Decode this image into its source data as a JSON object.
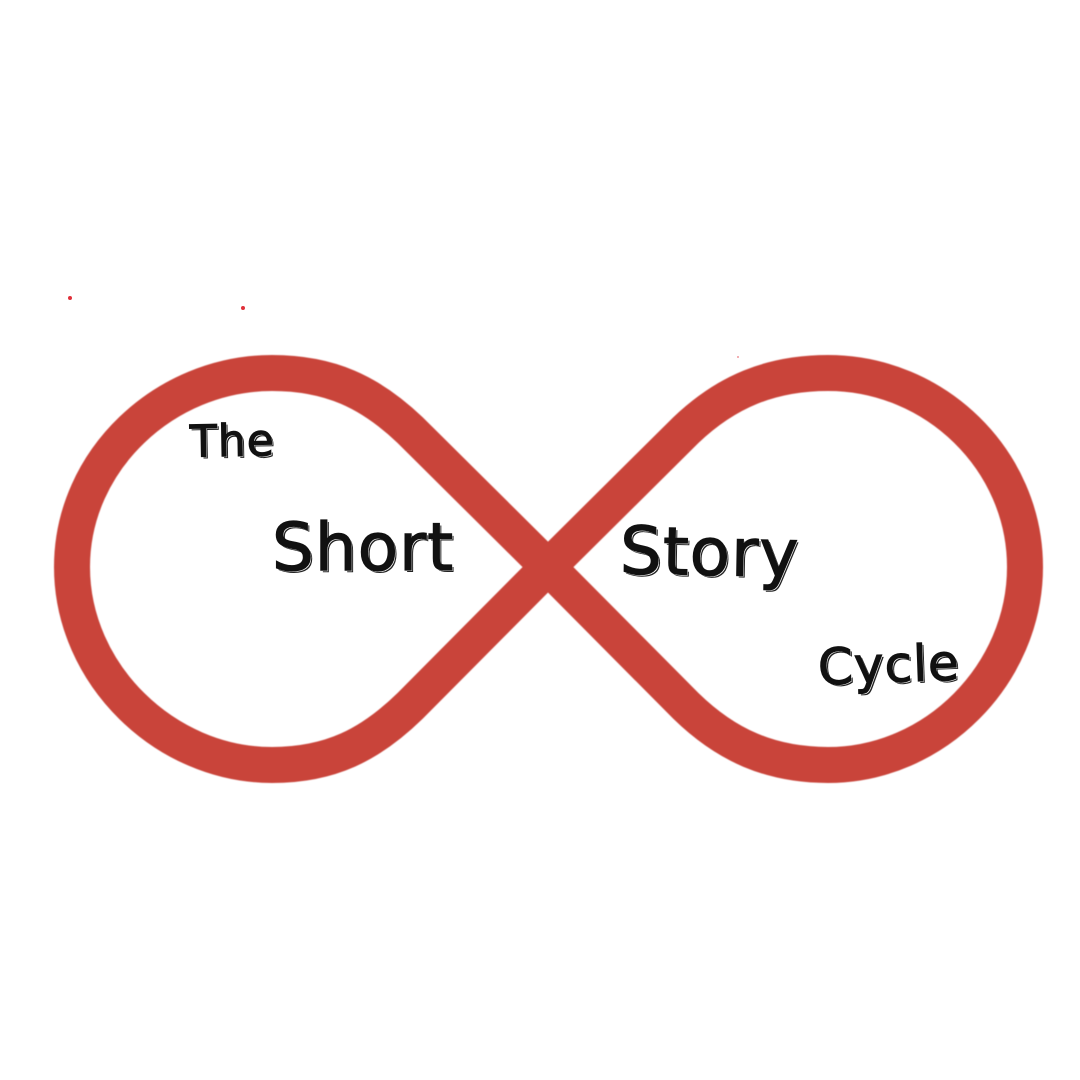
{
  "logo": {
    "words": {
      "the": "The",
      "short": "Short",
      "story": "Story",
      "cycle": "Cycle"
    },
    "shape": "infinity-symbol",
    "colors": {
      "stroke": "#c9443a",
      "text": "#111111",
      "background": "#ffffff",
      "speck": "#e0303a"
    }
  }
}
